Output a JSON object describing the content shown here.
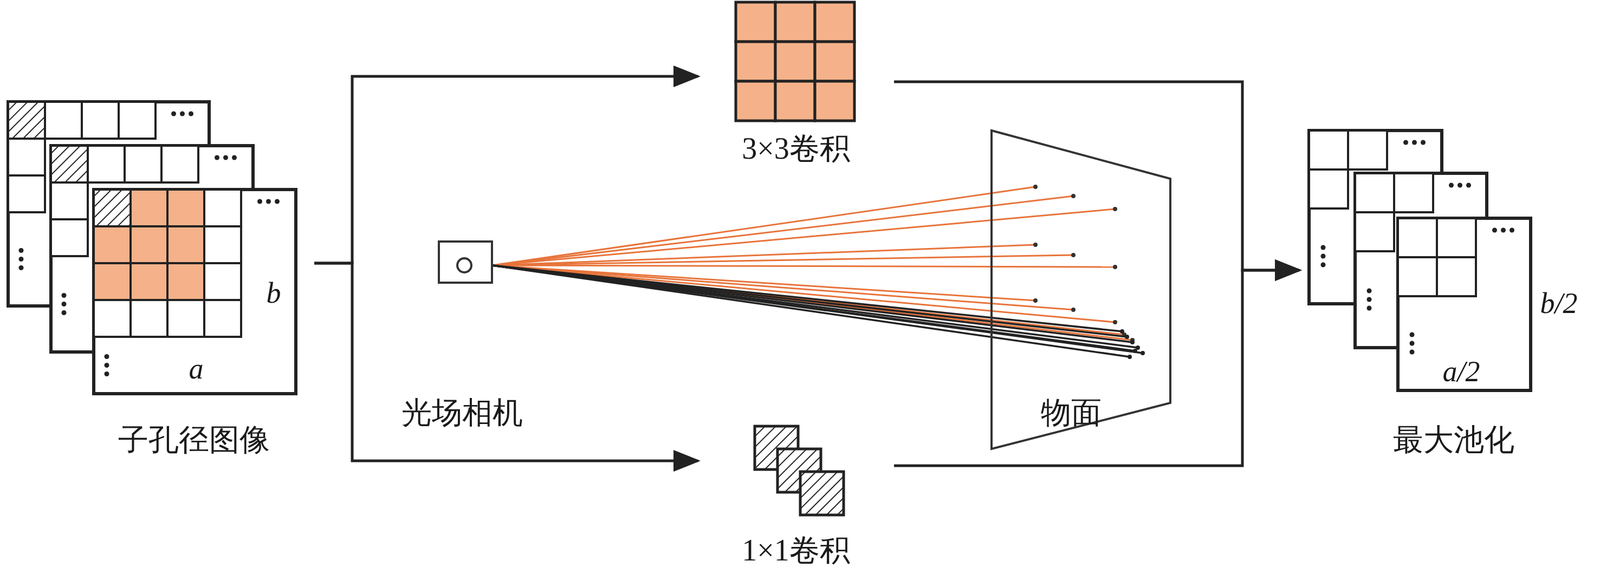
{
  "diagram": {
    "nodes": [
      {
        "text": [
          "子孔径图像"
        ]
      },
      {
        "text": [
          "3×3卷积"
        ]
      },
      {
        "text": [
          "1×1卷积"
        ]
      },
      {
        "text": [
          "最大池化"
        ]
      }
    ],
    "edges": [
      {
        "from": 0,
        "to": 1,
        "arrow": "to"
      },
      {
        "from": 0,
        "to": 2,
        "arrow": "to"
      },
      {
        "from": 1,
        "to": 3,
        "arrow": "to"
      },
      {
        "from": 2,
        "to": 3,
        "arrow": "to"
      }
    ],
    "labels": [
      "a",
      "b",
      "光场相机",
      "物面",
      "b/2",
      "a/2"
    ]
  }
}
